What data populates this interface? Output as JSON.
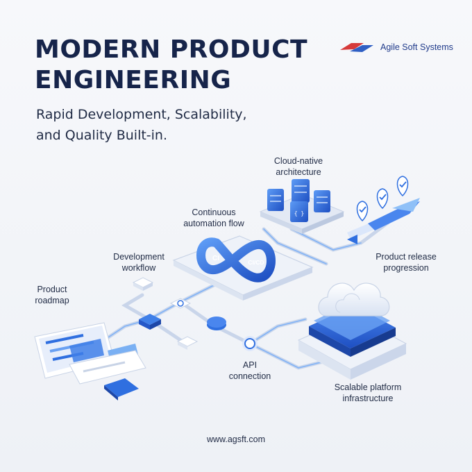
{
  "header": {
    "title_line1": "MODERN PRODUCT",
    "title_line2": "ENGINEERING",
    "subtitle_line1": "Rapid Development, Scalability,",
    "subtitle_line2": "and Quality Built-in."
  },
  "brand": {
    "name": "Agile Soft Systems"
  },
  "nodes": {
    "cloud_native": "Cloud-native\narchitecture",
    "continuous_automation": "Continuous\nautomation flow",
    "development_workflow": "Development\nworkflow",
    "product_roadmap": "Product\nroadmap",
    "product_release": "Product release\nprogression",
    "api_connection": "API\nconnection",
    "scalable_platform": "Scalable platform\ninfrastructure"
  },
  "loop_labels": {
    "ci": "CI",
    "cicd": "CI/CD"
  },
  "server_glyph": "{ }",
  "footer": {
    "url": "www.agsft.com"
  },
  "colors": {
    "navy": "#16244a",
    "blue": "#2f6fe0",
    "light_blue": "#8fb8f5",
    "brand_red": "#d63a3a"
  }
}
